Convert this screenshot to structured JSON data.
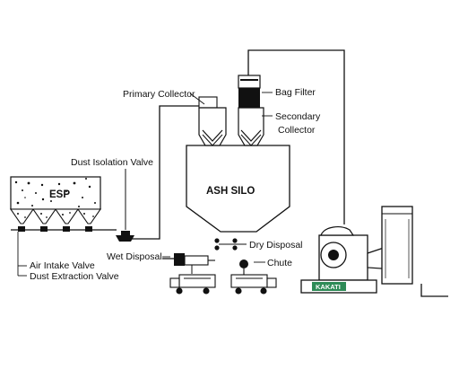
{
  "diagram": {
    "labels": {
      "primary_collector": "Primary Collector",
      "bag_filter": "Bag Filter",
      "secondary_collector_line1": "Secondary",
      "secondary_collector_line2": "Collector",
      "dust_isolation_valve": "Dust Isolation Valve",
      "esp": "ESP",
      "ash_silo": "ASH SILO",
      "wet_disposal": "Wet Disposal",
      "dry_disposal": "Dry Disposal",
      "chute": "Chute",
      "air_intake_valve": "Air Intake Valve",
      "dust_extraction_valve": "Dust Extraction Valve",
      "blower_brand": "KAKATI"
    },
    "colors": {
      "ink": "#111111",
      "background": "#ffffff",
      "brand_plate": "#2e8b57"
    }
  }
}
